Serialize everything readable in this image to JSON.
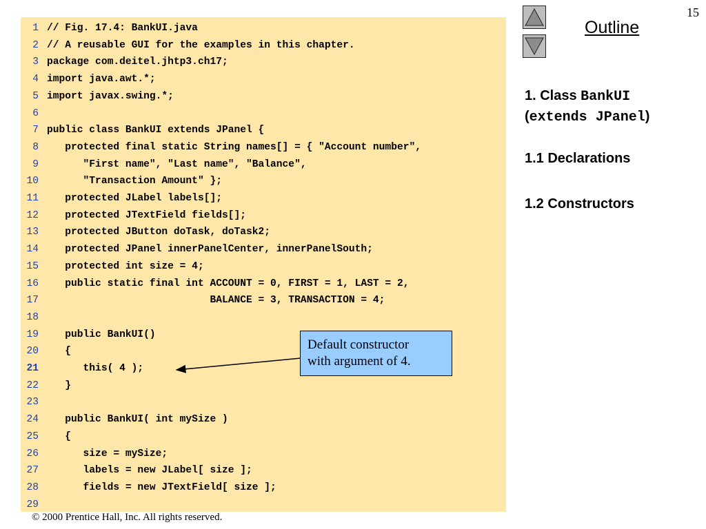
{
  "slide": {
    "number": "15",
    "footer": "© 2000 Prentice Hall, Inc.  All rights reserved."
  },
  "nav": {
    "up_icon": "triangle-up-icon",
    "down_icon": "triangle-down-icon"
  },
  "outline": {
    "title": "Outline",
    "item1_prefix": "1. Class ",
    "item1_class": "BankUI",
    "item1_open": "(",
    "item1_extends": "extends JPanel",
    "item1_close": ")",
    "item2": "1.1 Declarations",
    "item3": "1.2 Constructors"
  },
  "callout": {
    "line1": "Default constructor",
    "line2": "with argument of 4."
  },
  "colors": {
    "code_bg": "#fee7a8",
    "line_number": "#1f3fb0",
    "callout_bg": "#99ccff"
  },
  "code": {
    "lines": [
      {
        "n": "1",
        "text": "// Fig. 17.4: BankUI.java"
      },
      {
        "n": "2",
        "text": "// A reusable GUI for the examples in this chapter."
      },
      {
        "n": "3",
        "text": "package com.deitel.jhtp3.ch17;"
      },
      {
        "n": "4",
        "text": "import java.awt.*;"
      },
      {
        "n": "5",
        "text": "import javax.swing.*;"
      },
      {
        "n": "6",
        "text": ""
      },
      {
        "n": "7",
        "text": "public class BankUI extends JPanel {"
      },
      {
        "n": "8",
        "text": "   protected final static String names[] = { \"Account number\","
      },
      {
        "n": "9",
        "text": "      \"First name\", \"Last name\", \"Balance\","
      },
      {
        "n": "10",
        "text": "      \"Transaction Amount\" };"
      },
      {
        "n": "11",
        "text": "   protected JLabel labels[];"
      },
      {
        "n": "12",
        "text": "   protected JTextField fields[];"
      },
      {
        "n": "13",
        "text": "   protected JButton doTask, doTask2;"
      },
      {
        "n": "14",
        "text": "   protected JPanel innerPanelCenter, innerPanelSouth;"
      },
      {
        "n": "15",
        "text": "   protected int size = 4;"
      },
      {
        "n": "16",
        "text": "   public static final int ACCOUNT = 0, FIRST = 1, LAST = 2,"
      },
      {
        "n": "17",
        "text": "                           BALANCE = 3, TRANSACTION = 4;"
      },
      {
        "n": "18",
        "text": ""
      },
      {
        "n": "19",
        "text": "   public BankUI()"
      },
      {
        "n": "20",
        "text": "   {"
      },
      {
        "n": "21",
        "text": "      this( 4 );"
      },
      {
        "n": "22",
        "text": "   }"
      },
      {
        "n": "23",
        "text": ""
      },
      {
        "n": "24",
        "text": "   public BankUI( int mySize )"
      },
      {
        "n": "25",
        "text": "   {"
      },
      {
        "n": "26",
        "text": "      size = mySize;"
      },
      {
        "n": "27",
        "text": "      labels = new JLabel[ size ];"
      },
      {
        "n": "28",
        "text": "      fields = new JTextField[ size ];"
      },
      {
        "n": "29",
        "text": ""
      }
    ]
  }
}
